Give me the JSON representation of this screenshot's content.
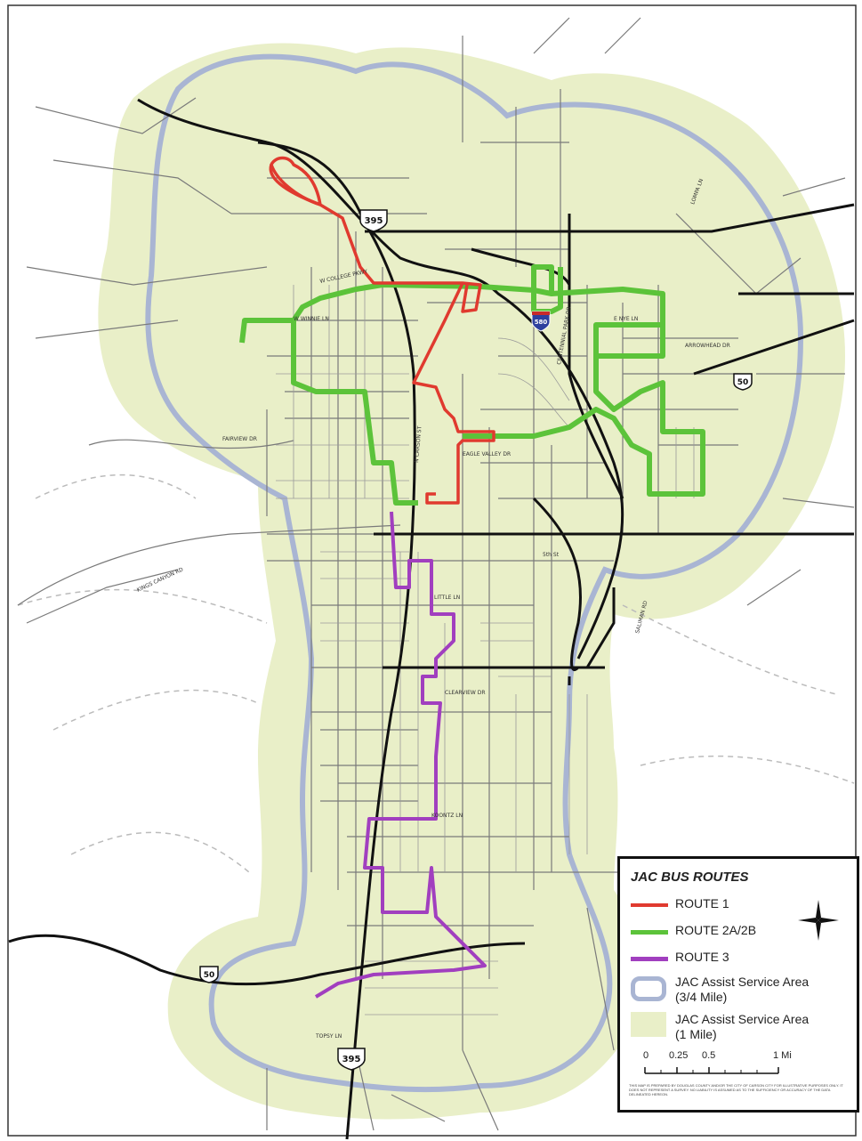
{
  "legend": {
    "title": "JAC BUS ROUTES",
    "route1": "ROUTE 1",
    "route2": "ROUTE 2A/2B",
    "route3": "ROUTE 3",
    "service34_line1": "JAC Assist Service Area",
    "service34_line2": "(3/4 Mile)",
    "service1_line1": "JAC Assist Service Area",
    "service1_line2": "(1 Mile)",
    "scale": {
      "s0": "0",
      "s025": "0.25",
      "s05": "0.5",
      "s1": "1 Mi"
    },
    "disclaimer": "THIS MAP IS PREPARED BY DOUGLAS COUNTY AND/OR THE CITY OF CARSON CITY FOR ILLUSTRATIVE PURPOSES ONLY. IT DOES NOT REPRESENT A SURVEY. NO LIABILITY IS ASSUMED AS TO THE SUFFICIENCY OR ACCURACY OF THE DATA DELINEATED HEREON."
  },
  "shields": {
    "us395_top": "395",
    "us395_bottom": "395",
    "us50_east": "50",
    "us50_west": "50",
    "i580": "580"
  },
  "colors": {
    "route1": "#e03a2f",
    "route2": "#5cc33a",
    "route3": "#a13fbf",
    "service34": "#a9b5d3",
    "service1": "#e9efc8",
    "roads": "#7a7a7a",
    "highway": "#111111"
  },
  "street_labels": {
    "college": "W COLLEGE PKWY",
    "winnie": "W WINNIE LN",
    "nye": "E NYE LN",
    "arrowhead": "ARROWHEAD DR",
    "fifth": "5th St",
    "little": "LITTLE LN",
    "clearview": "CLEARVIEW DR",
    "koontz": "KOONTZ LN",
    "fairview": "FAIRVIEW DR",
    "eagle": "EAGLE VALLEY DR",
    "topsy": "TOPSY LN",
    "saliman": "SALIMAN RD",
    "carson": "N CARSON ST",
    "kings": "KINGS CANYON RD",
    "centennial": "CENTENNIAL PARK DR",
    "lompa": "LOMPA LN"
  }
}
